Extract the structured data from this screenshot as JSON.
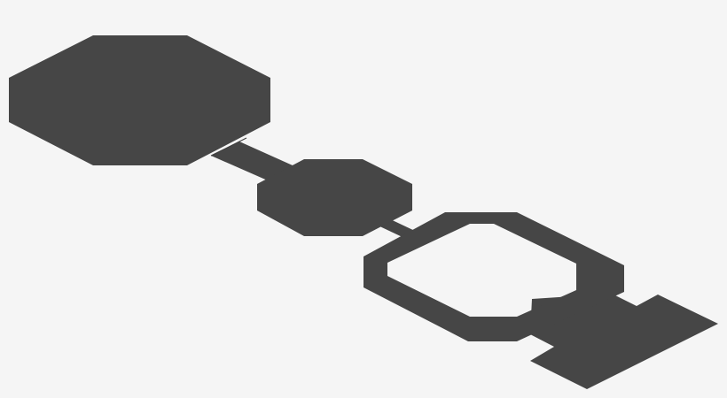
{
  "colors": {
    "background": "#f5f5f5",
    "shape_fill": "#464646",
    "seam_stroke": "#3c3c3c"
  },
  "shapes": [
    "large-octagon",
    "connector-bar-upper",
    "small-octagon",
    "connector-bar-lower",
    "hollow-octagon-frame",
    "end-bracket-block"
  ]
}
